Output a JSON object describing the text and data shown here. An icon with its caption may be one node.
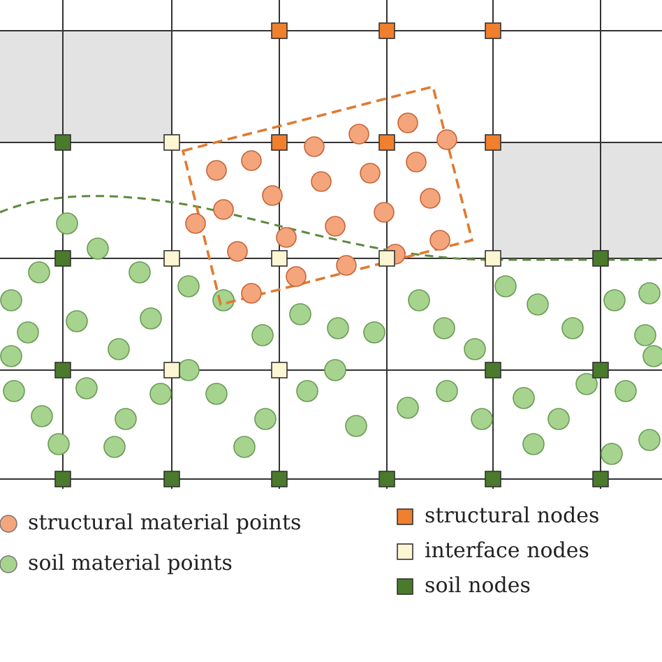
{
  "diagram": {
    "legend": [
      {
        "text": "structural material points",
        "color": "#f4a57c"
      },
      {
        "text": "soil material points",
        "color": "#a6d48f"
      },
      {
        "text": "structural nodes",
        "color": "#f07f2e"
      },
      {
        "text": "interface nodes",
        "color": "#fdf6d2"
      },
      {
        "text": "soil nodes",
        "color": "#4a7a2c"
      }
    ]
  }
}
